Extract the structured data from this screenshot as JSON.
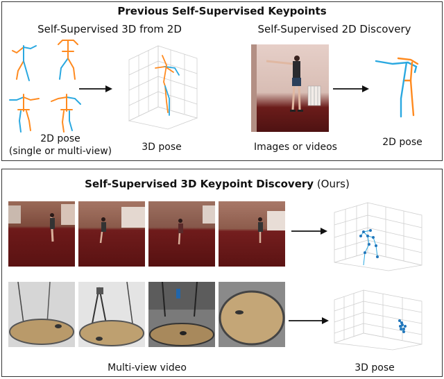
{
  "top_panel": {
    "title": "Previous Self-Supervised Keypoints",
    "left_heading": "Self-Supervised 3D from 2D",
    "right_heading": "Self-Supervised 2D Discovery",
    "caption_2d_pose_line1": "2D pose",
    "caption_2d_pose_line2": "(single or multi-view)",
    "caption_3d_pose": "3D pose",
    "caption_images": "Images or videos",
    "caption_2d_pose_out": "2D pose"
  },
  "bottom_panel": {
    "title_bold": "Self-Supervised 3D Keypoint Discovery",
    "title_suffix": " (Ours)",
    "caption_multiview": "Multi-view video",
    "caption_3d_pose": "3D pose"
  },
  "colors": {
    "left_limb": "#ff8a1f",
    "right_limb": "#2aa8e0",
    "keypoint": "#2277bb",
    "arrow": "#111111",
    "grid": "#cfcfcf",
    "room_wall": "#8a4f3c",
    "room_floor": "#7a1f1f",
    "arena_floor": "#b99a6a"
  }
}
